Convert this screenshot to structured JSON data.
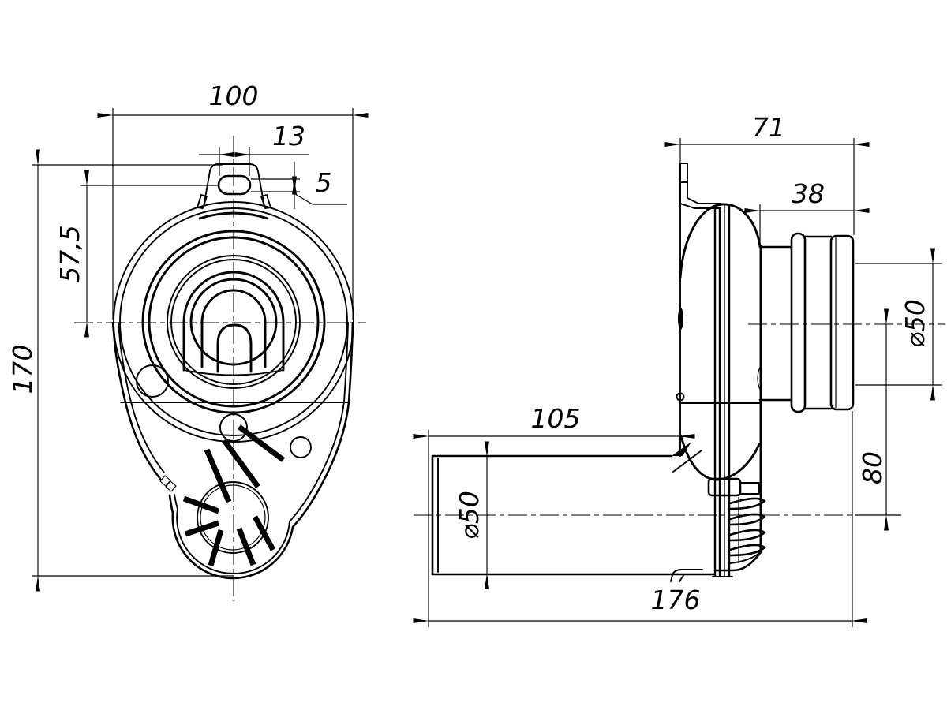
{
  "drawing": {
    "background": "#ffffff",
    "line_color": "#000000",
    "views": {
      "front": {
        "dims": {
          "overall_width": "100",
          "tab_slot_width": "13",
          "tab_slot_height": "5",
          "drain_center_offset": "57,5",
          "overall_height": "170"
        }
      },
      "side": {
        "dims": {
          "body_depth": "71",
          "outlet_length": "38",
          "outlet_diameter": "⌀50",
          "center_drop": "80",
          "inlet_length": "105",
          "inlet_diameter": "⌀50",
          "overall_length": "176"
        }
      }
    }
  }
}
